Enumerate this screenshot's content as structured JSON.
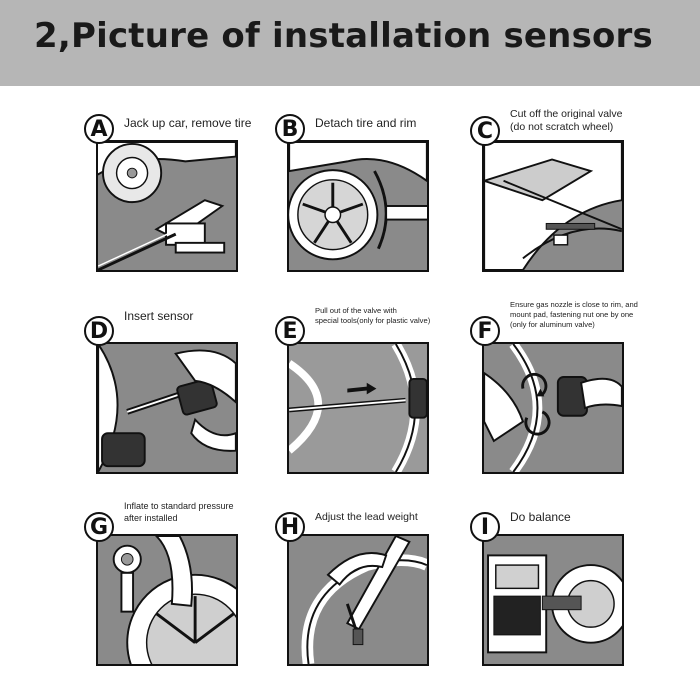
{
  "header": {
    "title": "2,Picture of installation sensors"
  },
  "steps": [
    {
      "letter": "A",
      "lines": [
        "Jack up car, remove tire"
      ]
    },
    {
      "letter": "B",
      "lines": [
        "Detach tire and rim"
      ]
    },
    {
      "letter": "C",
      "lines": [
        "Cut off the original valve",
        "(do not scratch wheel)"
      ]
    },
    {
      "letter": "D",
      "lines": [
        "Insert sensor"
      ]
    },
    {
      "letter": "E",
      "lines": [
        "Pull out of the valve with",
        "special tools(only for plastic valve)"
      ]
    },
    {
      "letter": "F",
      "lines": [
        "Ensure gas nozzle is close to rim, and",
        "mount pad, fastening nut one by one",
        "(only for aluminum valve)"
      ]
    },
    {
      "letter": "G",
      "lines": [
        "Inflate to standard pressure",
        "after installed"
      ]
    },
    {
      "letter": "H",
      "lines": [
        "Adjust the lead weight"
      ]
    },
    {
      "letter": "I",
      "lines": [
        "Do balance"
      ]
    }
  ]
}
